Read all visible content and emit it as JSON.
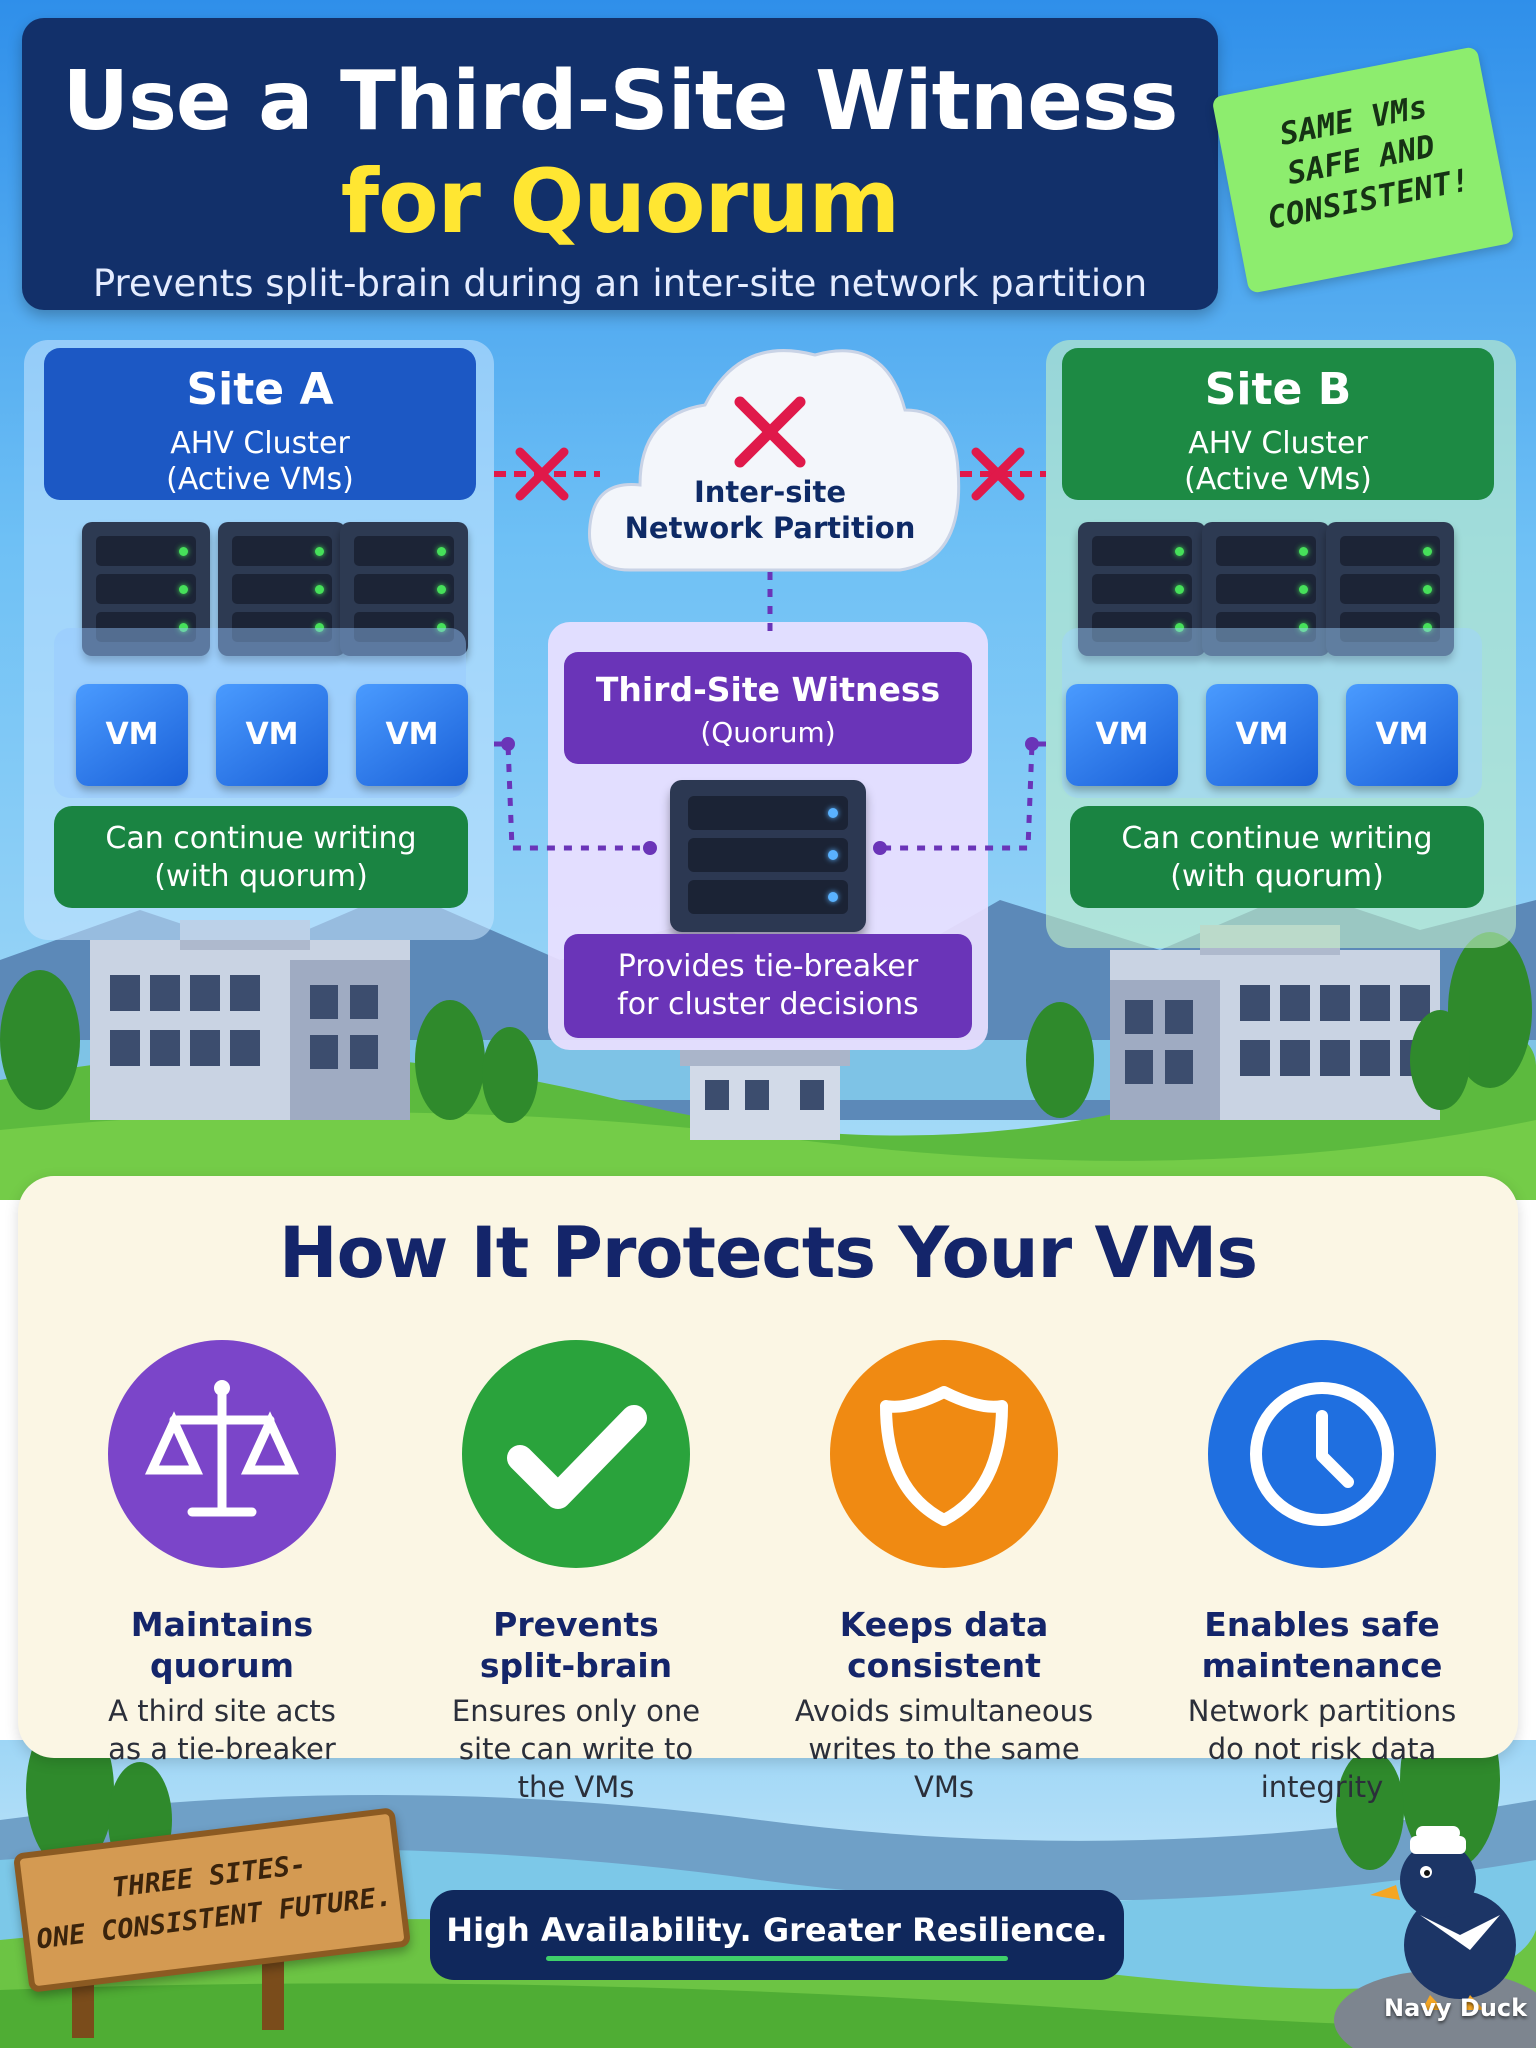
{
  "header": {
    "title_line1": "Use a Third-Site Witness",
    "title_line2": "for Quorum",
    "subtitle": "Prevents split-brain during an inter-site network partition"
  },
  "sticky_note": {
    "line1": "SAME VMs",
    "line2": "SAFE AND",
    "line3": "CONSISTENT!"
  },
  "site_a": {
    "name": "Site A",
    "line2": "AHV Cluster",
    "line3": "(Active VMs)",
    "vms": [
      "VM",
      "VM",
      "VM"
    ],
    "status_line1": "Can continue writing",
    "status_line2": "(with quorum)"
  },
  "site_b": {
    "name": "Site B",
    "line2": "AHV Cluster",
    "line3": "(Active VMs)",
    "vms": [
      "VM",
      "VM",
      "VM"
    ],
    "status_line1": "Can continue writing",
    "status_line2": "(with quorum)"
  },
  "partition": {
    "line1": "Inter-site",
    "line2": "Network Partition"
  },
  "witness": {
    "name": "Third-Site Witness",
    "subtitle": "(Quorum)",
    "role_line1": "Provides tie-breaker",
    "role_line2": "for cluster decisions"
  },
  "protect": {
    "title": "How It Protects Your VMs",
    "features": [
      {
        "title1": "Maintains",
        "title2": "quorum",
        "desc1": "A third site acts",
        "desc2": "as a tie-breaker",
        "desc3": "",
        "icon": "scales-icon",
        "color": "#7b45c9"
      },
      {
        "title1": "Prevents",
        "title2": "split-brain",
        "desc1": "Ensures only one",
        "desc2": "site can write to",
        "desc3": "the VMs",
        "icon": "checkmark-icon",
        "color": "#2aa33c"
      },
      {
        "title1": "Keeps data",
        "title2": "consistent",
        "desc1": "Avoids simultaneous",
        "desc2": "writes to the same VMs",
        "desc3": "",
        "icon": "shield-icon",
        "color": "#f08a12"
      },
      {
        "title1": "Enables safe",
        "title2": "maintenance",
        "desc1": "Network partitions",
        "desc2": "do not risk data",
        "desc3": "integrity",
        "icon": "clock-icon",
        "color": "#1f6fe0"
      }
    ]
  },
  "sign": {
    "line1": "THREE SITES-",
    "line2": "ONE CONSISTENT FUTURE."
  },
  "footer": {
    "banner": "High Availability. Greater Resilience.",
    "mascot": "Navy Duck"
  },
  "colors": {
    "site_a": "#1c58c4",
    "site_b": "#1d8a44",
    "witness": "#6a34b8",
    "partition_x": "#e0194a",
    "title_bg": "#12306a",
    "title_accent": "#ffe632"
  }
}
